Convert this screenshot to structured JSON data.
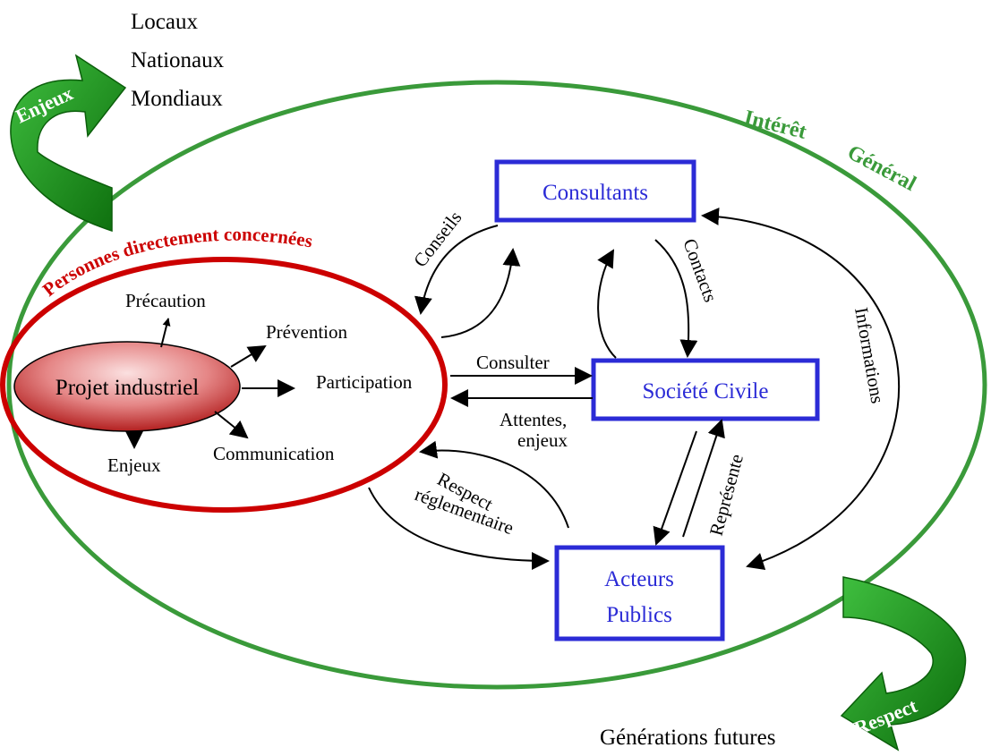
{
  "scopes": {
    "local": "Locaux",
    "national": "Nationaux",
    "global": "Mondiaux"
  },
  "curved_arrows": {
    "top_left": "Enjeux",
    "bottom_right": "Respect"
  },
  "outer_ellipse_label": {
    "word1": "Intérêt",
    "word2": "Général"
  },
  "inner_ellipse_label": "Personnes directement concernées",
  "project": {
    "name": "Projet industriel",
    "outputs": [
      "Précaution",
      "Prévention",
      "Participation",
      "Communication",
      "Enjeux"
    ]
  },
  "boxes": {
    "consultants": "Consultants",
    "civil_society": "Société Civile",
    "public_actors_line1": "Acteurs",
    "public_actors_line2": "Publics"
  },
  "relations": {
    "conseils": "Conseils",
    "contacts": "Contacts",
    "informations": "Informations",
    "consulter": "Consulter",
    "attentes_line1": "Attentes,",
    "attentes_line2": "enjeux",
    "respect_line1": "Respect",
    "respect_line2": "réglementaire",
    "represente": "Représente"
  },
  "footer": "Générations futures",
  "colors": {
    "green": "#3a9a3a",
    "dark_green": "#0b6b0b",
    "red": "#cc0000",
    "blue": "#2b2bd6"
  }
}
